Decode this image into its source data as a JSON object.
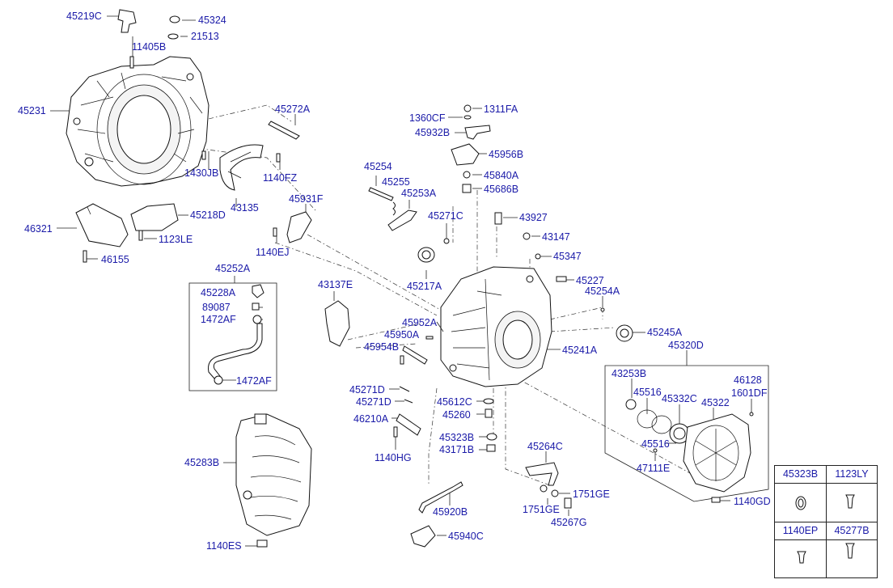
{
  "labels": [
    {
      "id": "45219C",
      "text": "45219C"
    },
    {
      "id": "45324",
      "text": "45324"
    },
    {
      "id": "21513",
      "text": "21513"
    },
    {
      "id": "11405B",
      "text": "11405B"
    },
    {
      "id": "45231",
      "text": "45231"
    },
    {
      "id": "45272A",
      "text": "45272A"
    },
    {
      "id": "1430JB",
      "text": "1430JB"
    },
    {
      "id": "1140FZ",
      "text": "1140FZ"
    },
    {
      "id": "43135",
      "text": "43135"
    },
    {
      "id": "45218D",
      "text": "45218D"
    },
    {
      "id": "46321",
      "text": "46321"
    },
    {
      "id": "1123LE",
      "text": "1123LE"
    },
    {
      "id": "46155",
      "text": "46155"
    },
    {
      "id": "45931F",
      "text": "45931F"
    },
    {
      "id": "1140EJ",
      "text": "1140EJ"
    },
    {
      "id": "45252A",
      "text": "45252A"
    },
    {
      "id": "45228A",
      "text": "45228A"
    },
    {
      "id": "89087",
      "text": "89087"
    },
    {
      "id": "1472AF_a",
      "text": "1472AF"
    },
    {
      "id": "1472AF_b",
      "text": "1472AF"
    },
    {
      "id": "45283B",
      "text": "45283B"
    },
    {
      "id": "1140ES",
      "text": "1140ES"
    },
    {
      "id": "43137E",
      "text": "43137E"
    },
    {
      "id": "1311FA",
      "text": "1311FA"
    },
    {
      "id": "1360CF",
      "text": "1360CF"
    },
    {
      "id": "45932B",
      "text": "45932B"
    },
    {
      "id": "45956B",
      "text": "45956B"
    },
    {
      "id": "45840A",
      "text": "45840A"
    },
    {
      "id": "45686B",
      "text": "45686B"
    },
    {
      "id": "45254",
      "text": "45254"
    },
    {
      "id": "45255",
      "text": "45255"
    },
    {
      "id": "45253A",
      "text": "45253A"
    },
    {
      "id": "45271C",
      "text": "45271C"
    },
    {
      "id": "43927",
      "text": "43927"
    },
    {
      "id": "43147",
      "text": "43147"
    },
    {
      "id": "45347",
      "text": "45347"
    },
    {
      "id": "45217A",
      "text": "45217A"
    },
    {
      "id": "45227",
      "text": "45227"
    },
    {
      "id": "45254A",
      "text": "45254A"
    },
    {
      "id": "45952A",
      "text": "45952A"
    },
    {
      "id": "45950A",
      "text": "45950A"
    },
    {
      "id": "45954B",
      "text": "45954B"
    },
    {
      "id": "45245A",
      "text": "45245A"
    },
    {
      "id": "45241A",
      "text": "45241A"
    },
    {
      "id": "45320D",
      "text": "45320D"
    },
    {
      "id": "43253B",
      "text": "43253B"
    },
    {
      "id": "46128",
      "text": "46128"
    },
    {
      "id": "1601DF",
      "text": "1601DF"
    },
    {
      "id": "45516_a",
      "text": "45516"
    },
    {
      "id": "45332C",
      "text": "45332C"
    },
    {
      "id": "45322",
      "text": "45322"
    },
    {
      "id": "45516_b",
      "text": "45516"
    },
    {
      "id": "47111E",
      "text": "47111E"
    },
    {
      "id": "1140GD",
      "text": "1140GD"
    },
    {
      "id": "45271D_a",
      "text": "45271D"
    },
    {
      "id": "45271D_b",
      "text": "45271D"
    },
    {
      "id": "46210A",
      "text": "46210A"
    },
    {
      "id": "1140HG",
      "text": "1140HG"
    },
    {
      "id": "45612C",
      "text": "45612C"
    },
    {
      "id": "45260",
      "text": "45260"
    },
    {
      "id": "45323B",
      "text": "45323B"
    },
    {
      "id": "43171B",
      "text": "43171B"
    },
    {
      "id": "45264C",
      "text": "45264C"
    },
    {
      "id": "1751GE_a",
      "text": "1751GE"
    },
    {
      "id": "1751GE_b",
      "text": "1751GE"
    },
    {
      "id": "45267G",
      "text": "45267G"
    },
    {
      "id": "45920B",
      "text": "45920B"
    },
    {
      "id": "45940C",
      "text": "45940C"
    }
  ],
  "legend_table": {
    "cells": [
      {
        "id": "t1",
        "text": "45323B"
      },
      {
        "id": "t2",
        "text": "1123LY"
      },
      {
        "id": "t3",
        "text": "1140EP"
      },
      {
        "id": "t4",
        "text": "45277B"
      }
    ]
  },
  "colors": {
    "label": "#1a1aa8",
    "line": "#222222"
  }
}
